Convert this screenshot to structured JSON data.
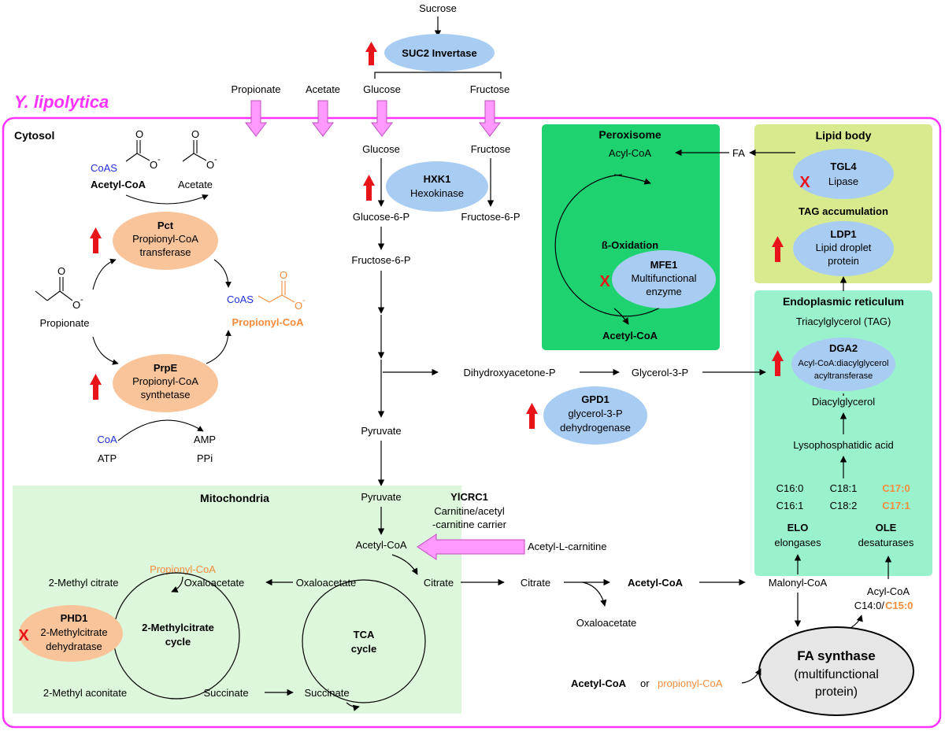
{
  "colors": {
    "magenta": "#ff33ff",
    "pink_arrow": "#ff99ff",
    "blue_ellipse": "#a9cdf2",
    "orange_ellipse": "#f9c49a",
    "orange_text": "#f58c3c",
    "coa_blue": "#1f2fd8",
    "red": "#e8141a",
    "peroxisome": "#1ed36f",
    "lipid_body": "#d8ea8e",
    "er": "#9af2cd",
    "mitochondria": "#dcf7dc",
    "fa_synthase": "#e6e6e6"
  },
  "organism": "Y. lipolytica",
  "compartments": {
    "cytosol": "Cytosol",
    "peroxisome": "Peroxisome",
    "lipid_body": "Lipid body",
    "er": "Endoplasmic reticulum",
    "mitochondria": "Mitochondria"
  },
  "top": {
    "sucrose": "Sucrose",
    "suc2": "SUC2 Invertase",
    "glucose": "Glucose",
    "fructose": "Fructose",
    "propionate": "Propionate",
    "acetate": "Acetate"
  },
  "left": {
    "coas": "CoAS",
    "acetyl_coa": "Acetyl-CoA",
    "acetate": "Acetate",
    "pct_name": "Pct",
    "pct_desc1": "Propionyl-CoA",
    "pct_desc2": "transferase",
    "propionate": "Propionate",
    "propionyl_coa": "Propionyl-CoA",
    "prpe_name": "PrpE",
    "prpe_desc1": "Propionyl-CoA",
    "prpe_desc2": "synthetase",
    "coa": "CoA",
    "atp": "ATP",
    "amp": "AMP",
    "ppi": "PPi",
    "o_minus": "O",
    "o_atom": "O",
    "minus": "-"
  },
  "glycolysis": {
    "glucose": "Glucose",
    "fructose": "Fructose",
    "hxk1_name": "HXK1",
    "hxk1_desc": "Hexokinase",
    "glucose6p": "Glucose-6-P",
    "fructose6p_right": "Fructose-6-P",
    "fructose6p": "Fructose-6-P",
    "dhap": "Dihydroxyacetone-P",
    "g3p": "Glycerol-3-P",
    "gpd1_name": "GPD1",
    "gpd1_desc1": "glycerol-3-P",
    "gpd1_desc2": "dehydrogenase",
    "pyruvate": "Pyruvate"
  },
  "peroxisome": {
    "acyl_coa": "Acyl-CoA",
    "beta_ox": "ß-Oxidation",
    "mfe1_name": "MFE1",
    "mfe1_desc1": "Multifunctional",
    "mfe1_desc2": "enzyme",
    "acetyl_coa": "Acetyl-CoA",
    "fa": "FA"
  },
  "lipid_body": {
    "tgl4_name": "TGL4",
    "tgl4_desc": "Lipase",
    "tag_acc": "TAG accumulation",
    "ldp1_name": "LDP1",
    "ldp1_desc1": "Lipid droplet",
    "ldp1_desc2": "protein"
  },
  "er": {
    "tag": "Triacylglycerol (TAG)",
    "dga2_name": "DGA2",
    "dga2_desc1": "Acyl-CoA:diacylglycerol",
    "dga2_desc2": "acyltransferase",
    "dag": "Diacylglycerol",
    "lpa": "Lysophosphatidic acid",
    "c160": "C16:0",
    "c181": "C18:1",
    "c170": "C17:0",
    "c161": "C16:1",
    "c182": "C18:2",
    "c171": "C17:1",
    "elo_name": "ELO",
    "elo_desc": "elongases",
    "ole_name": "OLE",
    "ole_desc": "desaturases"
  },
  "mito": {
    "pyruvate": "Pyruvate",
    "ylcrc1_name": "YlCRC1",
    "ylcrc1_desc1": "Carnitine/acetyl",
    "ylcrc1_desc2": "-carnitine carrier",
    "acetyl_coa": "Acetyl-CoA",
    "acetyl_l_carnitine": "Acetyl-L-carnitine",
    "propionyl_coa": "Propionyl-CoA",
    "methyl_citrate": "2-Methyl citrate",
    "oxaloacetate_left": "Oxaloacetate",
    "oxaloacetate_right": "Oxaloacetate",
    "citrate": "Citrate",
    "phd1_name": "PHD1",
    "phd1_desc1": "2-Methylcitrate",
    "phd1_desc2": "dehydratase",
    "mc_cycle1": "2-Methylcitrate",
    "mc_cycle2": "cycle",
    "tca1": "TCA",
    "tca2": "cycle",
    "methyl_aconitate": "2-Methyl aconitate",
    "succinate_left": "Succinate",
    "succinate_right": "Succinate"
  },
  "fa": {
    "citrate": "Citrate",
    "acetyl_coa": "Acetyl-CoA",
    "malonyl_coa": "Malonyl-CoA",
    "oxaloacetate": "Oxaloacetate",
    "acyl_coa": "Acyl-CoA",
    "c140": "C14:0/",
    "c150": "C15:0",
    "synthase1": "FA synthase",
    "synthase2": "(multifunctional",
    "synthase3": "protein)",
    "acetyl_coa_or": "Acetyl-CoA",
    "or": "or",
    "propionyl_coa": "propionyl-CoA"
  },
  "marks": {
    "x": "X"
  }
}
